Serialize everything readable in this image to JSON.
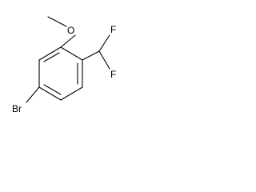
{
  "molecule": {
    "atoms": {
      "oxygen": "O",
      "fluorine_top": "F",
      "fluorine_bottom": "F",
      "bromine": "Br"
    },
    "bond_color": "#000000",
    "label_color": "#000000",
    "background": "#ffffff"
  }
}
